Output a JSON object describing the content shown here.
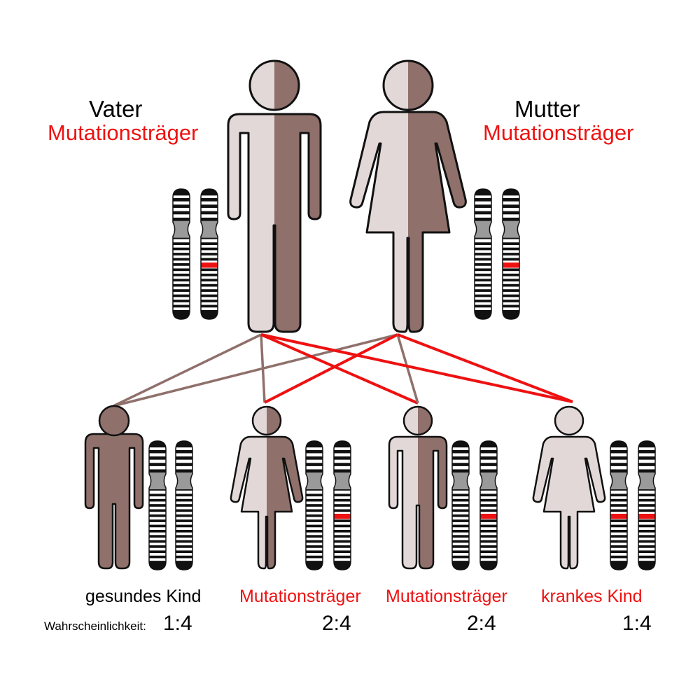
{
  "colors": {
    "dark": "#8f706b",
    "light": "#e2d8d8",
    "mutation": "#ee1111",
    "healthy_line": "#8f706b",
    "text": "#000000"
  },
  "parents": {
    "father": {
      "name": "Vater",
      "status": "Mutationsträger",
      "figure": "male",
      "coloring": "half",
      "chromosomes": [
        false,
        true
      ]
    },
    "mother": {
      "name": "Mutter",
      "status": "Mutationsträger",
      "figure": "female",
      "coloring": "half",
      "chromosomes": [
        false,
        true
      ]
    }
  },
  "children": [
    {
      "label": "gesundes Kind",
      "ratio": "1:4",
      "figure": "male",
      "coloring": "dark",
      "label_color": "#000000",
      "chromosomes": [
        false,
        false
      ],
      "inherits": {
        "from_father": "healthy",
        "from_mother": "healthy"
      }
    },
    {
      "label": "Mutationsträger",
      "ratio": "2:4",
      "figure": "female",
      "coloring": "half",
      "label_color": "#ee1111",
      "chromosomes": [
        false,
        true
      ],
      "inherits": {
        "from_father": "healthy",
        "from_mother": "mutation"
      }
    },
    {
      "label": "Mutationsträger",
      "ratio": "2:4",
      "figure": "male",
      "coloring": "half",
      "label_color": "#ee1111",
      "chromosomes": [
        false,
        true
      ],
      "inherits": {
        "from_father": "mutation",
        "from_mother": "healthy"
      }
    },
    {
      "label": "krankes Kind",
      "ratio": "1:4",
      "figure": "female",
      "coloring": "light",
      "label_color": "#ee1111",
      "chromosomes": [
        true,
        true
      ],
      "inherits": {
        "from_father": "mutation",
        "from_mother": "mutation"
      }
    }
  ],
  "probability_label": "Wahrscheinlichkeit:"
}
